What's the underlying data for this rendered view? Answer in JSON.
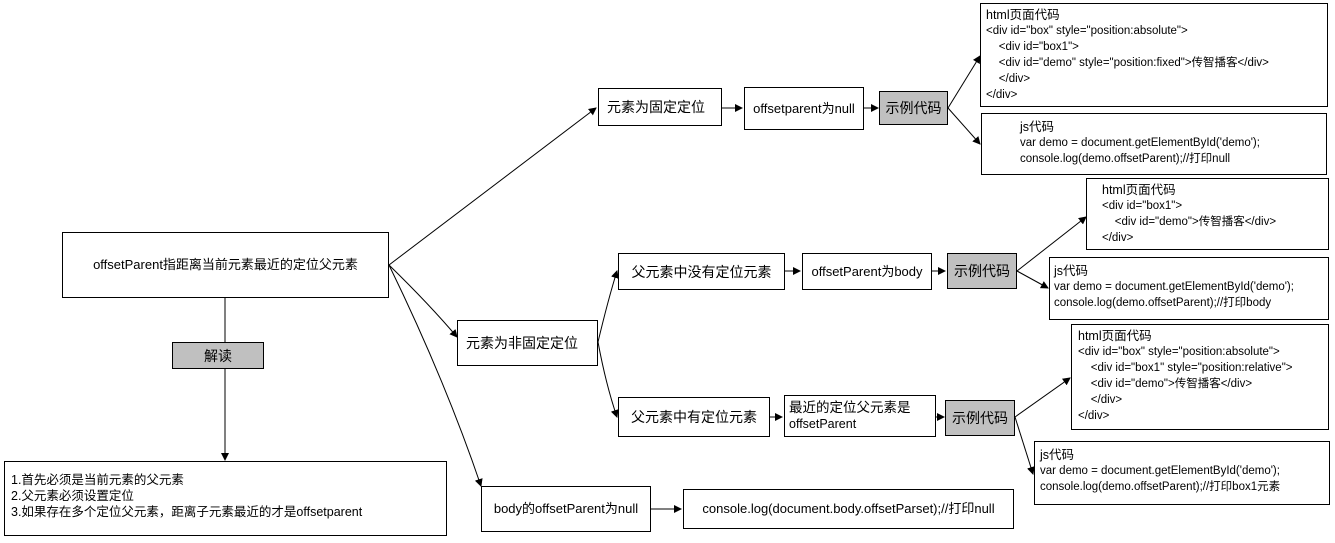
{
  "root": "offsetParent指距离当前元素最近的定位父元素",
  "interpret": "解读",
  "notes": [
    "1.首先必须是当前元素的父元素",
    "2.父元素必须设置定位",
    "3.如果存在多个定位父元素，距离子元素最近的才是offsetparent"
  ],
  "example_label": "示例代码",
  "fixed": {
    "label": "元素为固定定位",
    "result": "offsetparent为null",
    "html_lines": [
      "html页面代码",
      "<div id=\"box\" style=\"position:absolute\">",
      "    <div id=\"box1\">",
      "    <div id=\"demo\" style=\"position:fixed\">传智播客</div>",
      "    </div>",
      "</div>"
    ],
    "js_lines": [
      "js代码",
      "var demo = document.getElementById('demo');",
      "console.log(demo.offsetParent);//打印null"
    ]
  },
  "nonfixed": {
    "label": "元素为非固定定位",
    "no_pos": {
      "label": "父元素中没有定位元素",
      "result": "offsetParent为body",
      "html_lines": [
        "html页面代码",
        "<div id=\"box1\">",
        "    <div id=\"demo\">传智播客</div>",
        "</div>"
      ],
      "js_lines": [
        "js代码",
        "var demo = document.getElementById('demo');",
        "console.log(demo.offsetParent);//打印body"
      ]
    },
    "has_pos": {
      "label": "父元素中有定位元素",
      "result_lines": [
        "最近的定位父元素是",
        "offsetParent"
      ],
      "html_lines": [
        "html页面代码",
        "<div id=\"box\" style=\"position:absolute\">",
        "    <div id=\"box1\" style=\"position:relative\">",
        "    <div id=\"demo\">传智播客</div>",
        "    </div>",
        "</div>"
      ],
      "js_lines": [
        "js代码",
        "var demo = document.getElementById('demo');",
        "console.log(demo.offsetParent);//打印box1元素"
      ]
    }
  },
  "body": {
    "label": "body的offsetParent为null",
    "code": "console.log(document.body.offsetParset);//打印null"
  }
}
